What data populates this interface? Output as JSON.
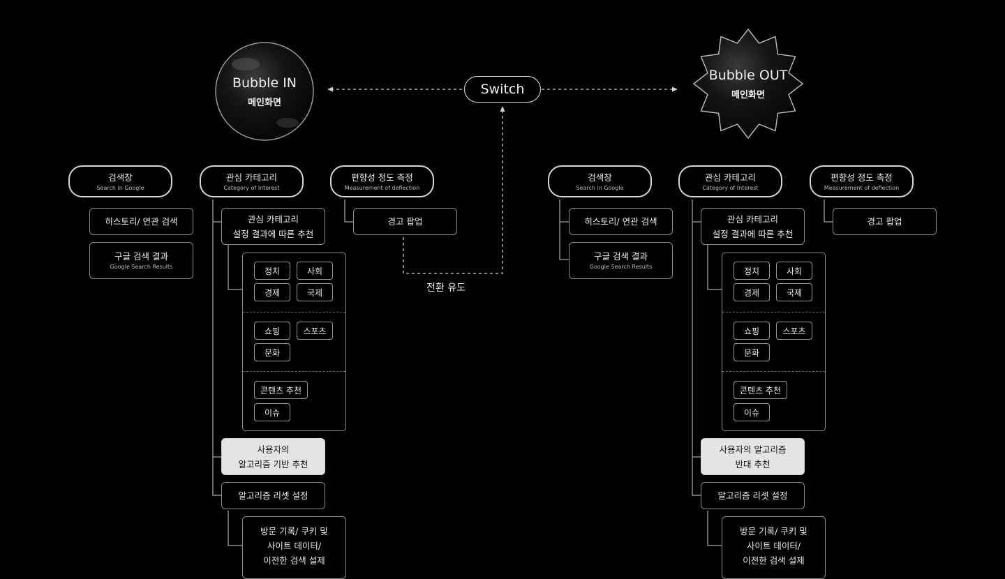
{
  "switch": {
    "label": "Switch",
    "induce_label": "전환 유도"
  },
  "bubble_in": {
    "title": "Bubble IN",
    "subtitle": "메인화면"
  },
  "bubble_out": {
    "title": "Bubble OUT",
    "subtitle": "메인화면"
  },
  "left": {
    "search": {
      "title": "검색창",
      "subtitle": "Search in Google"
    },
    "history": "히스토리/ 연관 검색",
    "google_results": {
      "title": "구글 검색 결과",
      "subtitle": "Google Search Results"
    },
    "interest": {
      "title": "관심 카테고리",
      "subtitle": "Category of Interest"
    },
    "interest_reco": [
      "관심 카테고리",
      "설정 결과에 따른 추천"
    ],
    "tags": [
      "정치",
      "사회",
      "경제",
      "국제",
      "쇼핑",
      "스포츠",
      "문화",
      "콘텐츠 추천",
      "이슈"
    ],
    "algo_reco": [
      "사용자의",
      "알고리즘 기반 추천"
    ],
    "algo_reset": "알고리즘 리셋 설정",
    "visit": [
      "방문 기록/ 쿠키 및",
      "사이트 데이터/",
      "이전한 검색 설제"
    ],
    "deflection": {
      "title": "편향성 정도 측정",
      "subtitle": "Measurement of deflection"
    },
    "warning": "경고 팝업"
  },
  "right": {
    "search": {
      "title": "검색창",
      "subtitle": "Search in Google"
    },
    "history": "히스토리/ 연관 검색",
    "google_results": {
      "title": "구글 검색 결과",
      "subtitle": "Google Search Results"
    },
    "interest": {
      "title": "관심 카테고리",
      "subtitle": "Category of Interest"
    },
    "interest_reco": [
      "관심 카테고리",
      "설정 결과에 따른 추천"
    ],
    "tags": [
      "정치",
      "사회",
      "경제",
      "국제",
      "쇼핑",
      "스포츠",
      "문화",
      "콘텐츠 추천",
      "이슈"
    ],
    "algo_reco": [
      "사용자의 알고리즘",
      "반대 추천"
    ],
    "algo_reset": "알고리즘 리셋 설정",
    "visit": [
      "방문 기록/ 쿠키 및",
      "사이트 데이터/",
      "이전한 검색 설제"
    ],
    "deflection": {
      "title": "편향성 정도 측정",
      "subtitle": "Measurement of deflection"
    },
    "warning": "경고 팝업"
  }
}
